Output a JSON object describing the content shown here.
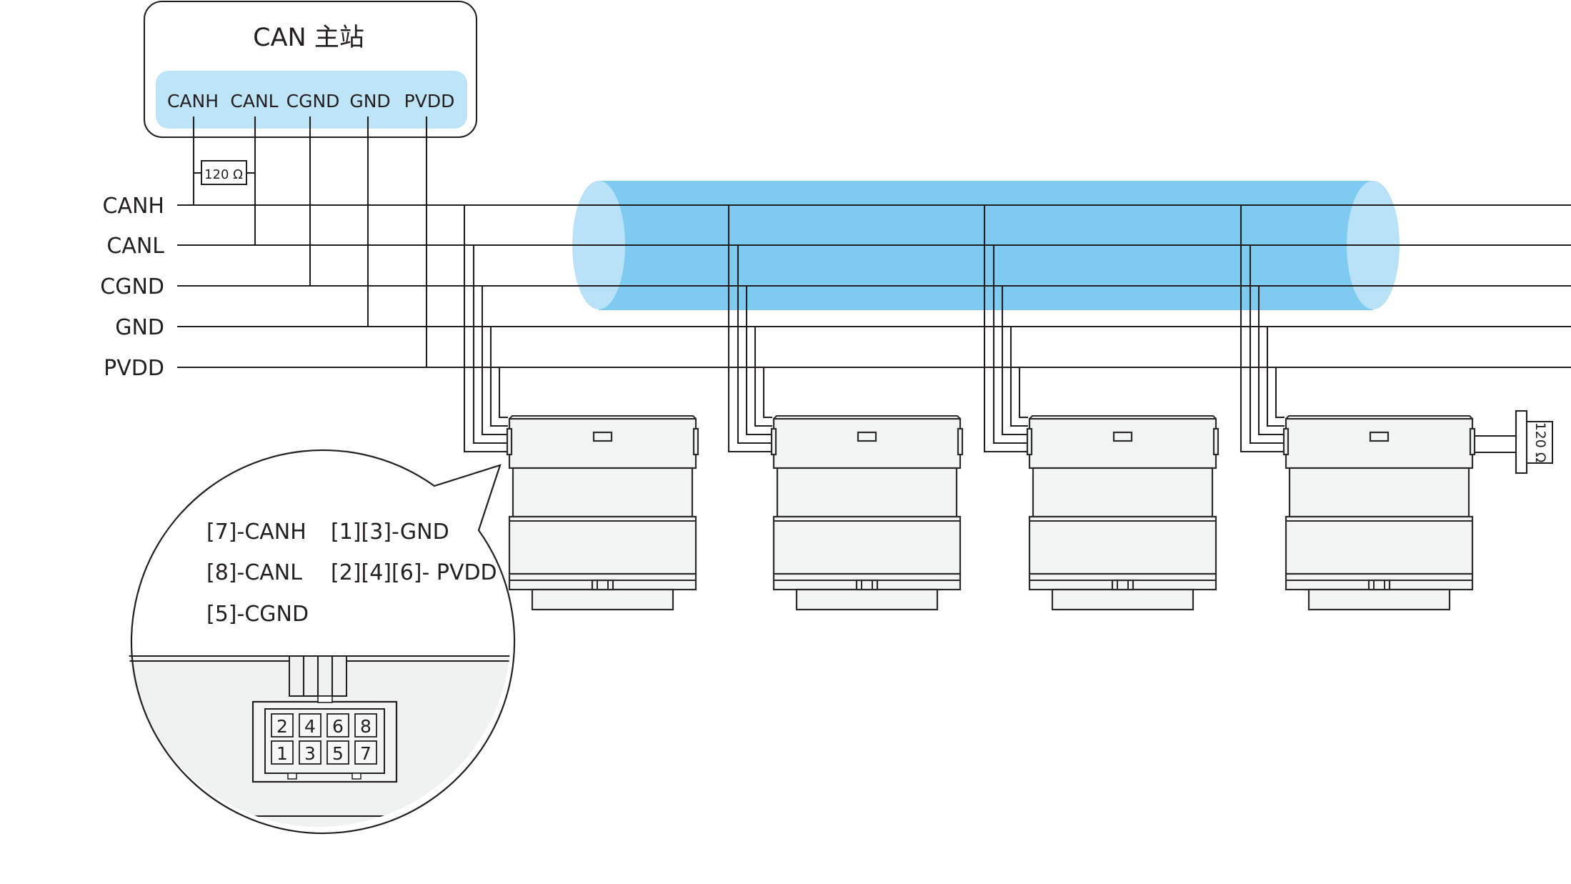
{
  "master": {
    "title": "CAN 主站",
    "pins": [
      "CANH",
      "CANL",
      "CGND",
      "GND",
      "PVDD"
    ]
  },
  "resistors": {
    "master": "120 Ω",
    "end": "120 Ω"
  },
  "bus_lines": [
    "CANH",
    "CANL",
    "CGND",
    "GND",
    "PVDD"
  ],
  "motor_count": 4,
  "callout": {
    "legend": [
      "[7]-CANH",
      "[8]-CANL",
      "[5]-CGND",
      "[1][3]-GND",
      "[2][4][6]- PVDD"
    ],
    "connector_top": [
      "2",
      "4",
      "6",
      "8"
    ],
    "connector_bottom": [
      "1",
      "3",
      "5",
      "7"
    ]
  },
  "colors": {
    "line": "#231f20",
    "master_pin_band": "#bde4f7",
    "cable_body": "#7ecaf1",
    "cable_end": "#b9e2f8",
    "motor_fill": "#f3f4f4",
    "callout_lower": "#f0f1f1"
  }
}
